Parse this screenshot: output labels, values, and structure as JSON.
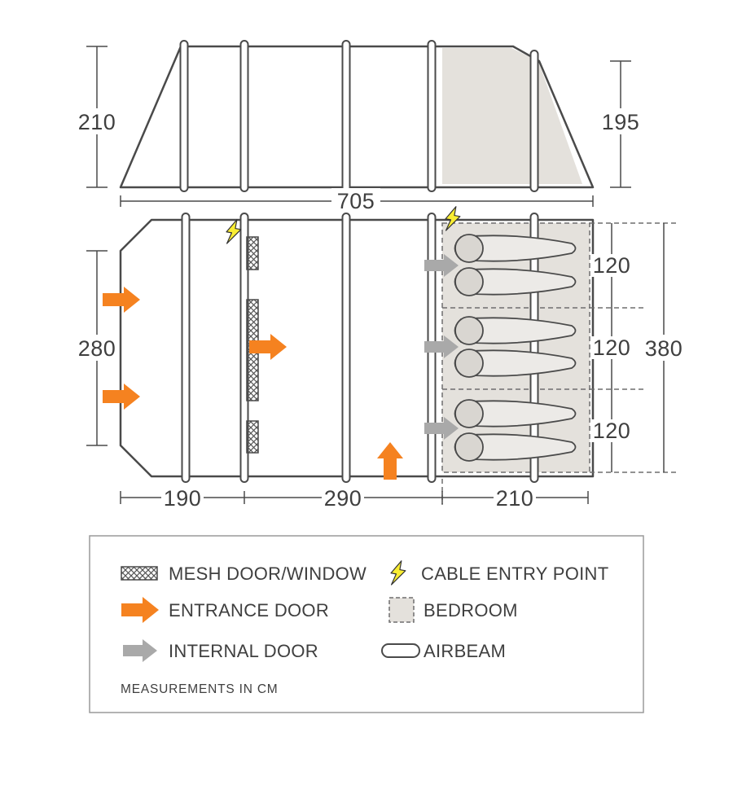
{
  "colors": {
    "entrance_arrow": "#f58220",
    "internal_arrow": "#a9a9a9",
    "bedroom_fill": "#e4e1dc",
    "cable_bolt": "#f9ed32"
  },
  "side_view": {
    "height_left": "210",
    "height_right": "195",
    "total_width": "705"
  },
  "floor_plan": {
    "porch_height": "280",
    "bedroom_section_1": "120",
    "bedroom_section_2": "120",
    "bedroom_section_3": "120",
    "bedroom_total": "380",
    "span_1": "190",
    "span_2": "290",
    "span_3": "210"
  },
  "legend": {
    "mesh_label": "MESH DOOR/WINDOW",
    "cable_label": "CABLE ENTRY POINT",
    "entrance_label": "ENTRANCE DOOR",
    "bedroom_label": "BEDROOM",
    "internal_label": "INTERNAL DOOR",
    "airbeam_label": "AIRBEAM",
    "note": "MEASUREMENTS IN CM"
  }
}
